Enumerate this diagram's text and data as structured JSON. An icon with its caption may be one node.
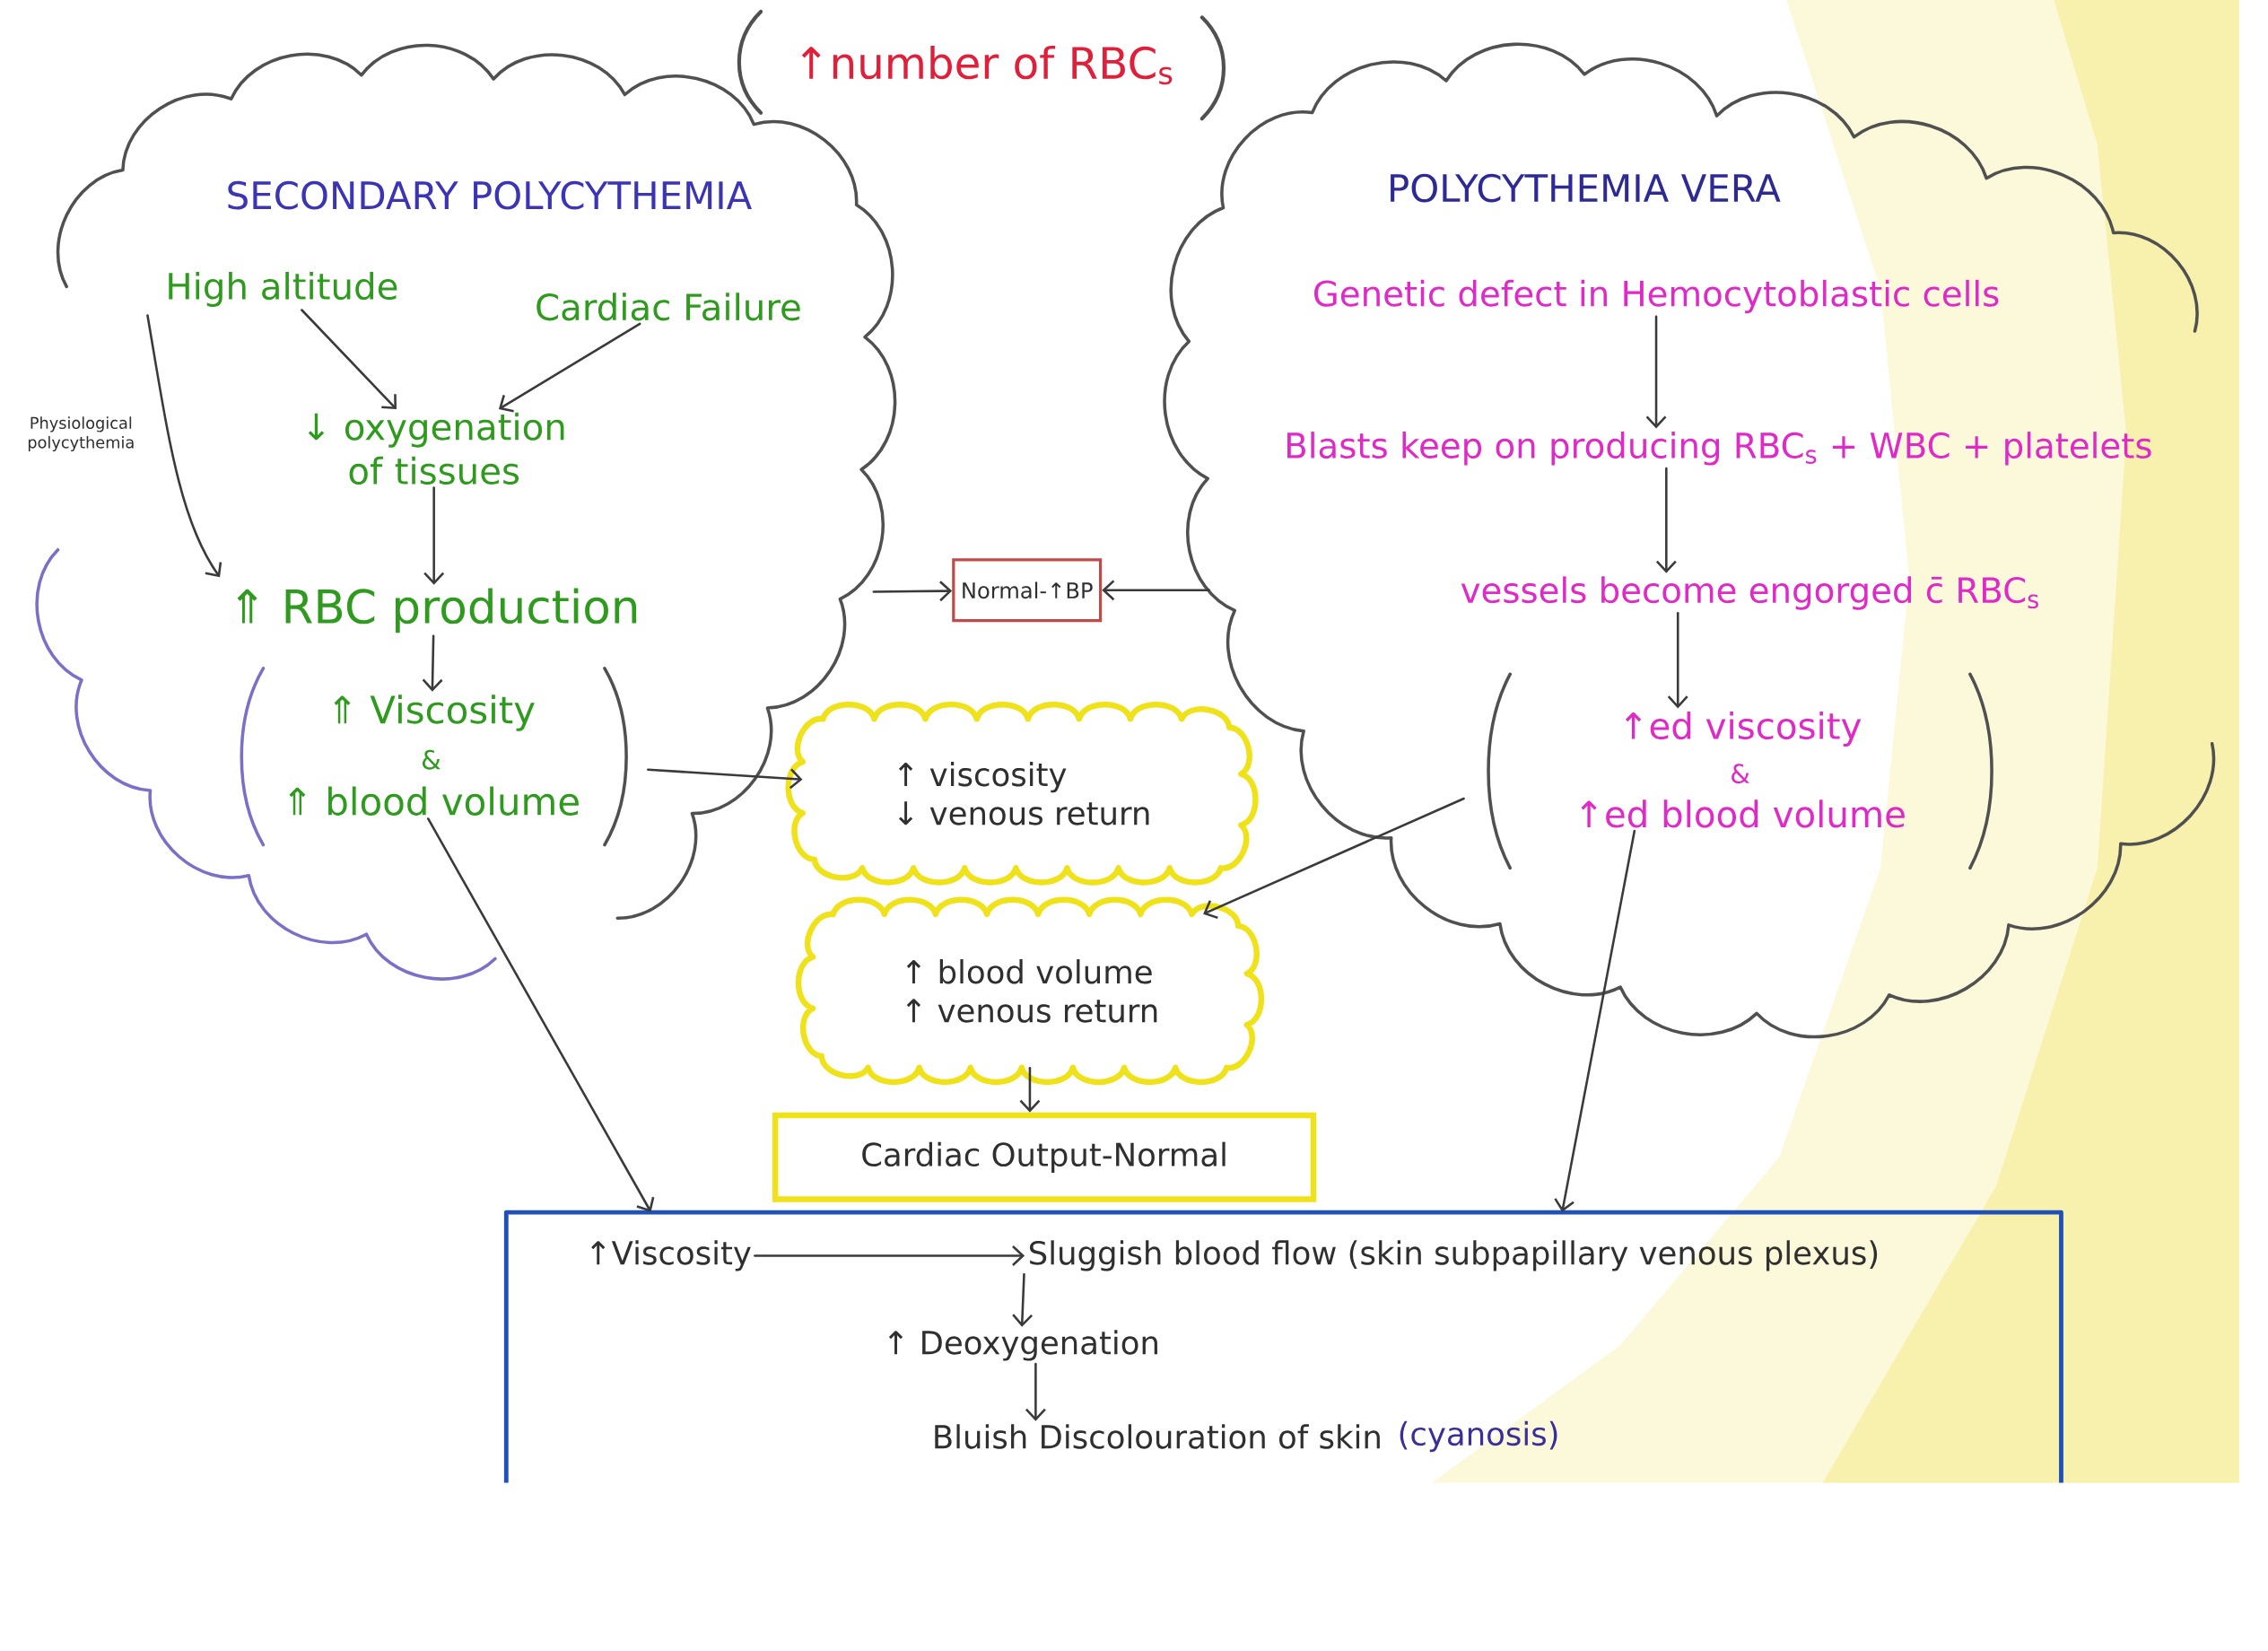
{
  "diagram": {
    "nodes": [
      {
        "text": [
          "SECONDARY POLYCYTHEMIA"
        ]
      },
      {
        "text": [
          "High altitude"
        ],
        "in": 0
      },
      {
        "text": [
          "Cardiac Failure"
        ],
        "in": 0
      },
      {
        "text": [
          "↓ oxygenation of tissues"
        ],
        "in": 0
      },
      {
        "text": [
          "⇑ RBC production"
        ],
        "in": 0
      },
      {
        "text": [
          "⇑ Viscosity",
          "&",
          "⇑ blood volume"
        ],
        "in": 0
      },
      {
        "text": [
          "POLYCYTHEMIA VERA"
        ]
      },
      {
        "text": [
          "Genetic defect in Hemocytoblastic cells"
        ],
        "in": 6
      },
      {
        "text": [
          "Blasts keep on producing RBC$_{s}$ + WBC + platelets"
        ],
        "in": 6
      },
      {
        "text": [
          "vessels become engorged c̄ RBC$_{s}$"
        ],
        "in": 6
      },
      {
        "text": [
          "↑ed viscosity",
          "&",
          "↑ed blood volume"
        ],
        "in": 6
      },
      {
        "text": [
          "Normal-↑BP"
        ]
      },
      {
        "text": [
          "↑ viscosity",
          "↓ venous return"
        ]
      },
      {
        "text": [
          "↑ blood volume",
          "↑ venous return"
        ]
      },
      {
        "text": [
          "Cardiac Output-Normal"
        ]
      },
      {
        "text": [],
        "shape": "box"
      },
      {
        "text": [
          "↑Viscosity"
        ],
        "in": 15
      },
      {
        "text": [
          "Sluggish blood flow (skin subpapillary venous plexus)"
        ],
        "in": 15
      },
      {
        "text": [
          "↑ Deoxygenation"
        ],
        "in": 15
      },
      {
        "text": [
          "Bluish Discolouration of skin"
        ],
        "beside": [
          "(cyanosis)"
        ],
        "in": 15
      }
    ],
    "edges": [
      {
        "from": 1,
        "to": 3,
        "arrow": "to"
      },
      {
        "from": 2,
        "to": 3,
        "arrow": "to"
      },
      {
        "from": 3,
        "to": 4,
        "arrow": "to"
      },
      {
        "from": 4,
        "to": 5,
        "arrow": "to"
      },
      {
        "from": 1,
        "to": 4,
        "arrow": "to",
        "label": "Physiological polycythemia"
      },
      {
        "from": 7,
        "to": 8,
        "arrow": "to"
      },
      {
        "from": 8,
        "to": 9,
        "arrow": "to"
      },
      {
        "from": 9,
        "to": 10,
        "arrow": "to"
      },
      {
        "from": 0,
        "to": 11,
        "arrow": "to"
      },
      {
        "from": 6,
        "to": 11,
        "arrow": "to"
      },
      {
        "from": 5,
        "to": 12,
        "arrow": "to"
      },
      {
        "from": 10,
        "to": 13,
        "arrow": "to"
      },
      {
        "from": 13,
        "to": 14,
        "arrow": "to"
      },
      {
        "from": 5,
        "to": 15,
        "arrow": "to"
      },
      {
        "from": 10,
        "to": 15,
        "arrow": "to"
      },
      {
        "from": 16,
        "to": 17,
        "arrow": "to"
      },
      {
        "from": 17,
        "to": 18,
        "arrow": "to"
      },
      {
        "from": 18,
        "to": 19,
        "arrow": "to"
      }
    ],
    "labels": [
      "↑number of RBC$_{s}$"
    ]
  }
}
